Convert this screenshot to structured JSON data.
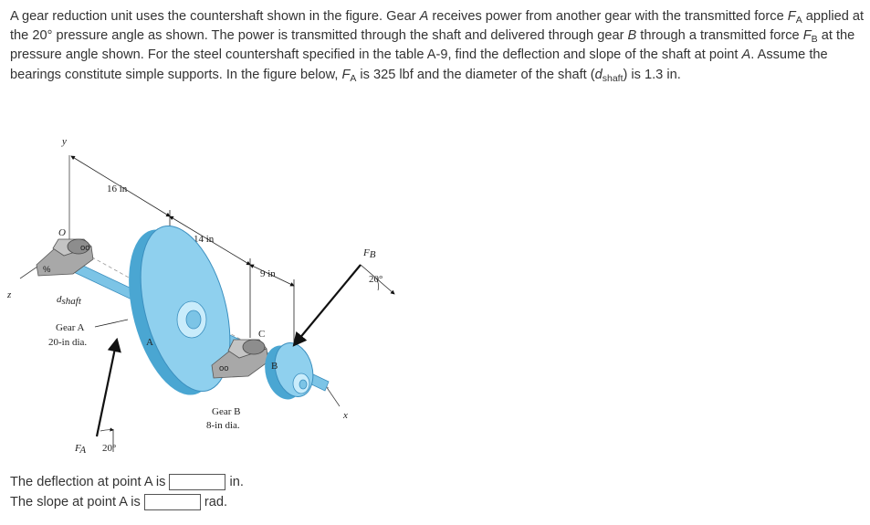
{
  "problem": {
    "p1": "A gear reduction unit uses the countershaft shown in the figure. Gear ",
    "gearA": "A",
    "p2": " receives power from another gear with the transmitted force ",
    "fa_var": "F",
    "fa_sub": "A",
    "p3": " applied at the 20° pressure angle as shown. The power is transmitted through the shaft and delivered through gear ",
    "gearB": "B",
    "p4": " through a transmitted force ",
    "fb_var": "F",
    "fb_sub": "B",
    "p5": " at the pressure angle shown. For the steel countershaft specified in the table A-9, find the deflection and slope of the shaft at point ",
    "pointA": "A",
    "p6": ". Assume the bearings constitute simple supports. In the figure below, ",
    "fa2_var": "F",
    "fa2_sub": "A",
    "p7": " is 325 lbf and the diameter of the shaft (",
    "d_var": "d",
    "d_sub": "shaft",
    "p8": ") is 1.3 in."
  },
  "figure": {
    "y_axis": "y",
    "z_axis": "z",
    "x_axis": "x",
    "origin": "O",
    "dim_16": "16 in",
    "dim_14": "14 in",
    "dim_9": "9 in",
    "d_var": "d",
    "d_sub": "shaft",
    "gear_a_name": "Gear A",
    "gear_a_dia": "20-in dia.",
    "point_a": "A",
    "point_b": "B",
    "point_c": "C",
    "gear_b_name": "Gear B",
    "gear_b_dia": "8-in dia.",
    "fa_var": "F",
    "fa_sub": "A",
    "fa_angle": "20°",
    "fb_var": "F",
    "fb_sub": "B",
    "fb_angle": "20°",
    "colors": {
      "gear_face": "#8fd0ee",
      "gear_edge": "#4aa6d2",
      "bearing": "#9a9a9a",
      "shaft": "#7cc4e6",
      "force_arrow": "#111111"
    }
  },
  "answers": {
    "deflection_label": "The deflection at point A is",
    "deflection_value": "",
    "deflection_unit": "in.",
    "slope_label": "The slope at point A is",
    "slope_value": "",
    "slope_unit": "rad."
  }
}
